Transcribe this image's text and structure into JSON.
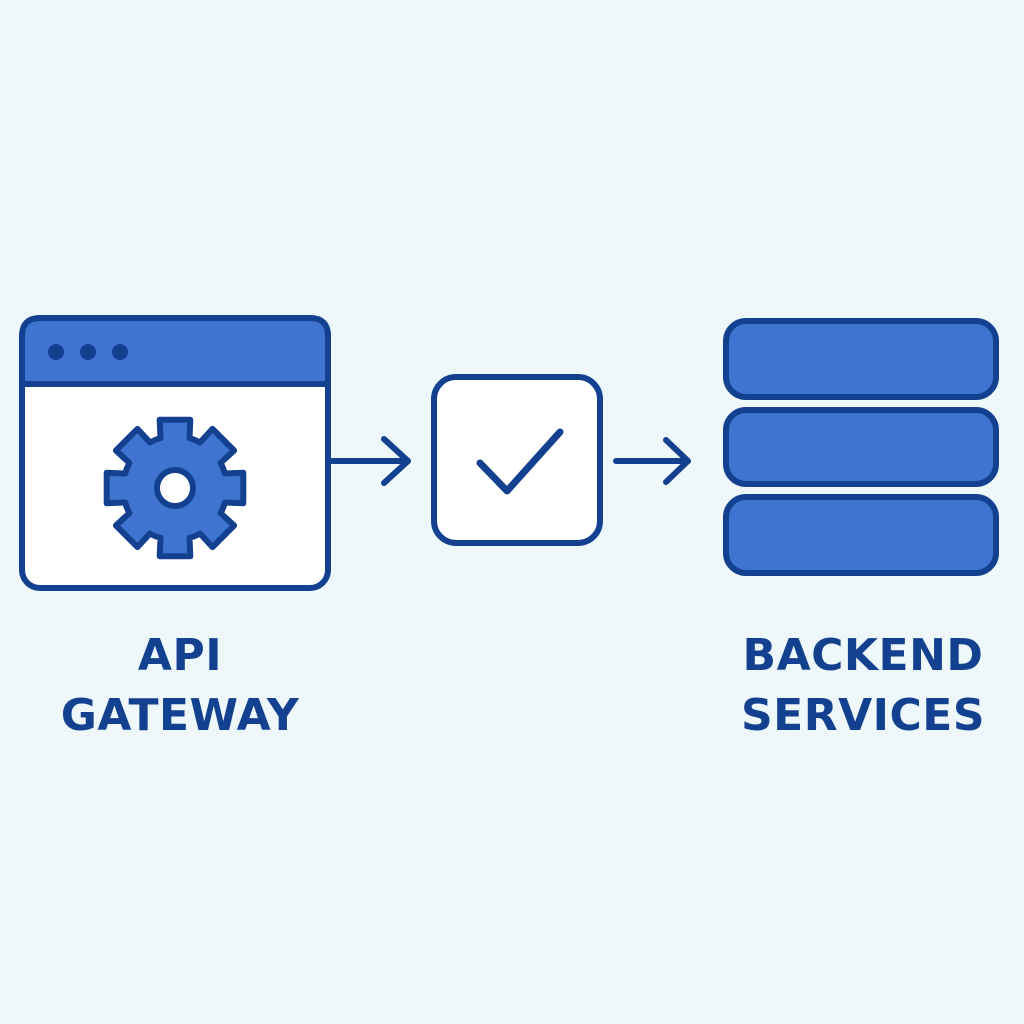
{
  "colors": {
    "background": "#eef8fb",
    "stroke": "#14418f",
    "fill": "#3f74d1",
    "panel": "#ffffff"
  },
  "icons": {
    "gateway": "browser-window-with-gear-icon",
    "validation": "checkmark-box-icon",
    "backend": "stacked-database-icon"
  },
  "labels": {
    "gateway": [
      "API",
      "GATEWAY"
    ],
    "backend": [
      "BACKEND",
      "SERVICES"
    ]
  }
}
